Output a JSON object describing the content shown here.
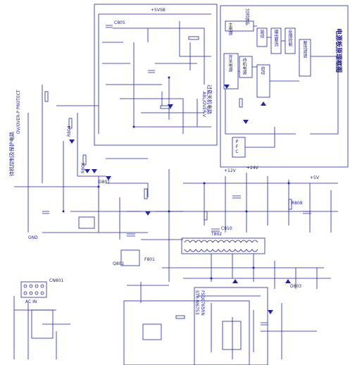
{
  "colors": {
    "ink": "#1f25a8",
    "paper": "#ffffff"
  },
  "labels": {
    "overvoltage_title": "过载关机电路",
    "overvoltage_sub": "ABL/OVER-V",
    "protect_circuit": "待机控制及保护电路",
    "protect_circuit_sub": "DV/OVER-P PROTECT",
    "diagram_title": "电源板原理框图",
    "blk_main_power": "主电源",
    "blk_drive": "驱动",
    "blk_output": "输出整流",
    "blk_feedback": "反馈控制",
    "blk_power_switch": "开关电源",
    "blk_standby": "待机电源",
    "blk_start": "启动",
    "blk_input": "整流滤波",
    "blk_pfc": "PFC",
    "blk_overcurrent": "过流保护",
    "ic_main": "FSQ0765RN",
    "ic_sub": "STR-W6753",
    "t_main": "T802",
    "q_main": "Q801",
    "v_out1": "+12V",
    "v_out2": "+24V",
    "v_out3": "+5V",
    "v_stb": "+5VSB",
    "fuse": "F801",
    "ac_in": "AC IN",
    "gnd": "GND",
    "r1": "R804",
    "r2": "R806",
    "r3": "R808",
    "c1": "C805",
    "c2": "C810",
    "d1": "D801",
    "d2": "D803",
    "pin_hdr": "CN801"
  }
}
